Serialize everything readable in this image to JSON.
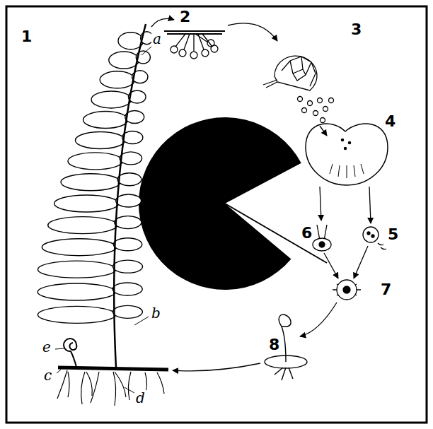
{
  "diagram": {
    "labels": [
      "2",
      "3",
      "1",
      "a",
      "4",
      "6",
      "5",
      "7",
      "8",
      "b",
      "e",
      "c",
      "d"
    ]
  }
}
